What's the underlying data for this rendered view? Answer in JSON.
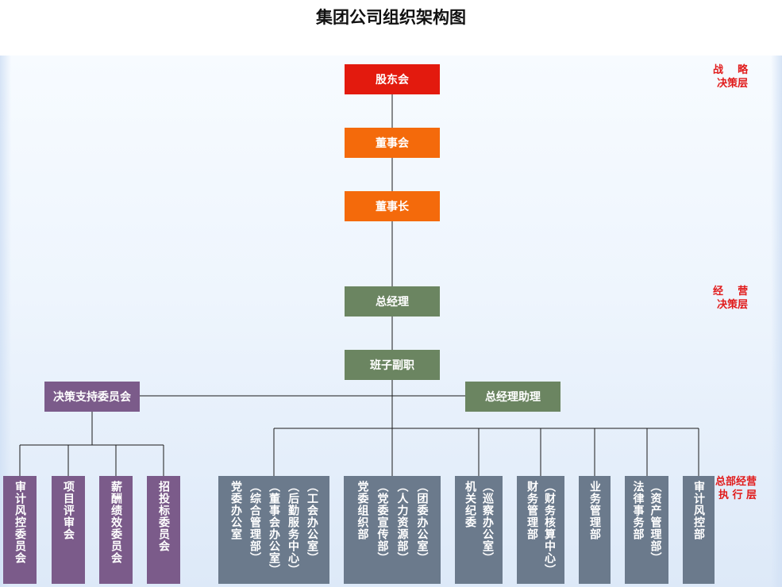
{
  "title": "集团公司组织架构图",
  "layers": {
    "strategic": "战    略\n决策层",
    "operational": "经    营\n决策层",
    "execution": "总部经营\n执 行 层"
  },
  "top": {
    "shareholders": "股东会",
    "board": "董事会",
    "chairman": "董事长",
    "gm": "总经理",
    "deputies": "班子副职",
    "committee": "决策支持委员会",
    "gm_assistant": "总经理助理"
  },
  "committees": [
    {
      "cols": [
        "审计风控委员会"
      ]
    },
    {
      "cols": [
        "项目评审会"
      ]
    },
    {
      "cols": [
        "薪酬绩效委员会"
      ]
    },
    {
      "cols": [
        "招投标委员会"
      ]
    }
  ],
  "departments": [
    {
      "cols": [
        "（工会办公室）",
        "（后勤服务中心）",
        "（董事会办公室）",
        "（综合管理部）",
        "党委办公室"
      ]
    },
    {
      "cols": [
        "（团委办公室）",
        "（人力资源部）",
        "（党委宣传部）",
        "党委组织部"
      ]
    },
    {
      "cols": [
        "（巡察办公室）",
        "机关纪委"
      ]
    },
    {
      "cols": [
        "（财务核算中心）",
        "财务管理部"
      ]
    },
    {
      "cols": [
        "业务管理部"
      ]
    },
    {
      "cols": [
        "（资产管理部）",
        "法律事务部"
      ]
    },
    {
      "cols": [
        "审计风控部"
      ]
    }
  ],
  "colors": {
    "shareholders": "#e31a0e",
    "board": "#f46a0b",
    "management": "#6b8561",
    "committees": "#7b5b8a",
    "departments": "#6b7a8c",
    "layer_labels": "#e11b1b"
  }
}
